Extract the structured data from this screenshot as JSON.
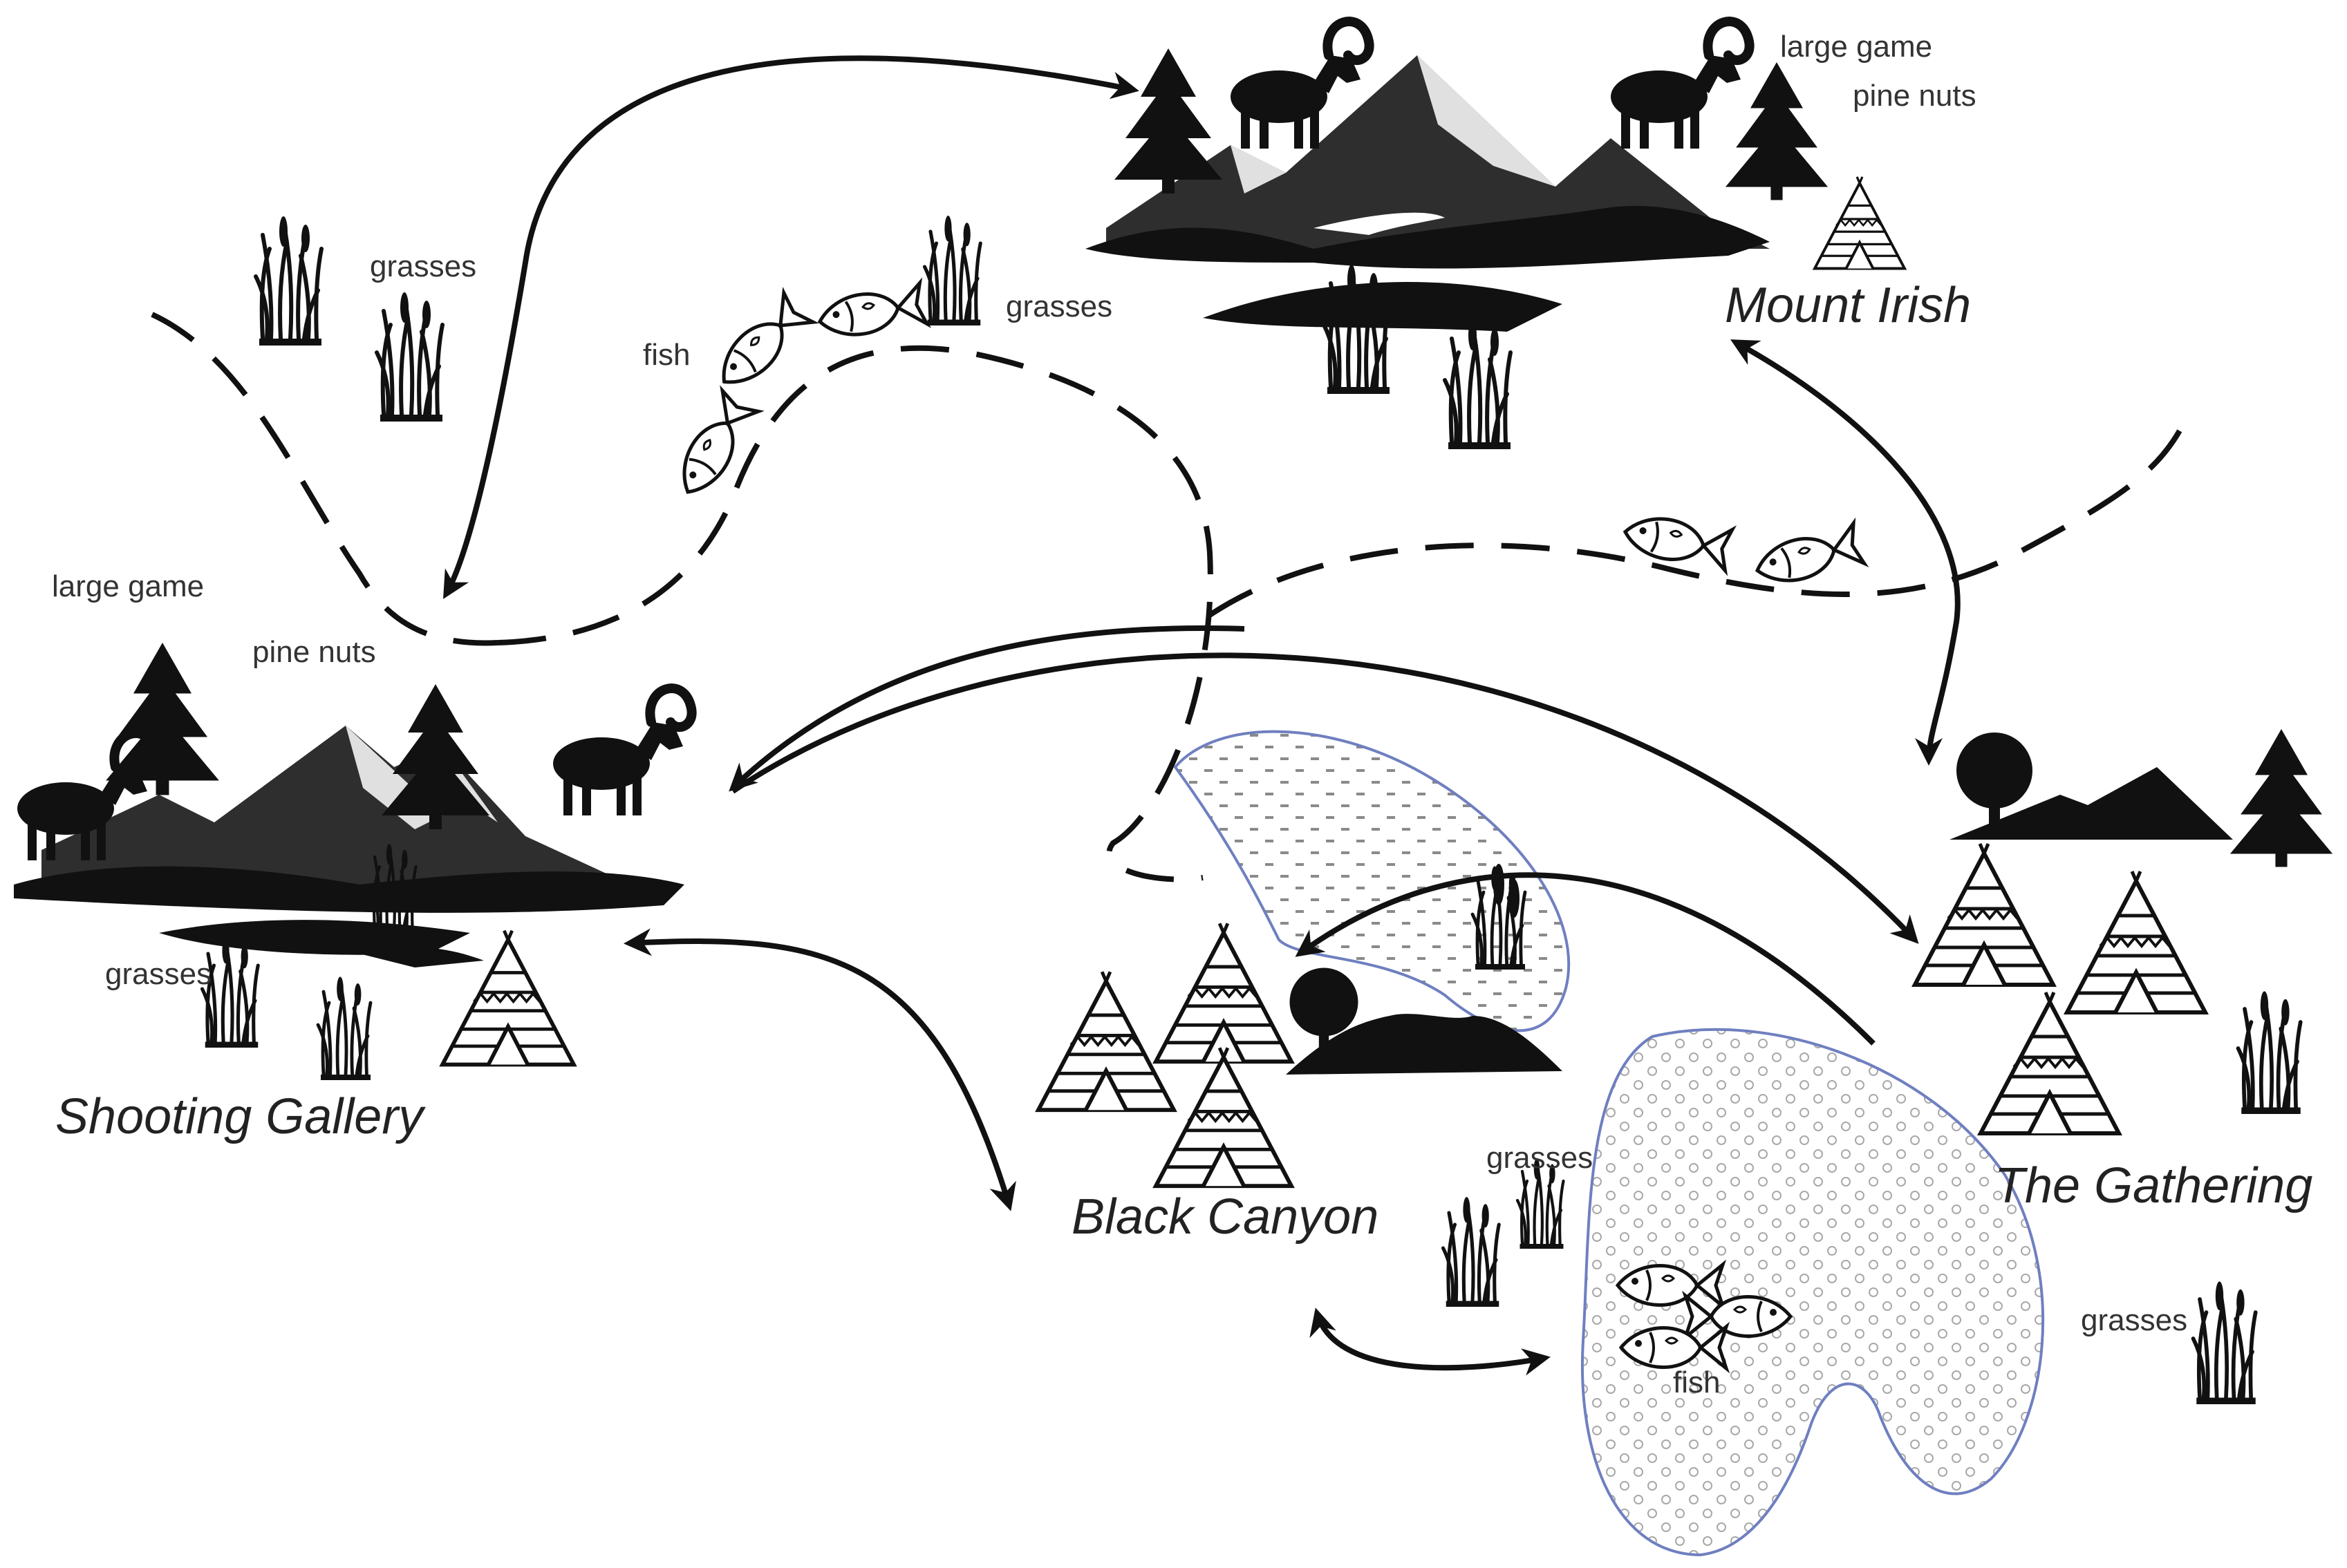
{
  "places": {
    "mount_irish": "Mount Irish",
    "shooting_gallery": "Shooting Gallery",
    "black_canyon": "Black Canyon",
    "the_gathering": "The Gathering"
  },
  "resources": {
    "mi_large_game": "large game",
    "mi_pine_nuts": "pine nuts",
    "sg_large_game": "large game",
    "sg_pine_nuts": "pine nuts",
    "sg_grasses": "grasses",
    "nw_grasses": "grasses",
    "river_fish": "fish",
    "river_grasses": "grasses",
    "bc_grasses": "grasses",
    "lake_fish": "fish",
    "tg_grasses": "grasses"
  },
  "colors": {
    "ink": "#111111",
    "mountain": "#2e2e2e",
    "water_outline": "#6f7fc0",
    "water_dots": "#9a9a9a"
  },
  "icons": [
    "mountain-range-icon",
    "pine-tree-icon",
    "bighorn-sheep-icon",
    "tipi-icon",
    "grass-tuft-icon",
    "fish-icon",
    "cattail-icon",
    "deciduous-tree-icon",
    "lake-icon"
  ]
}
